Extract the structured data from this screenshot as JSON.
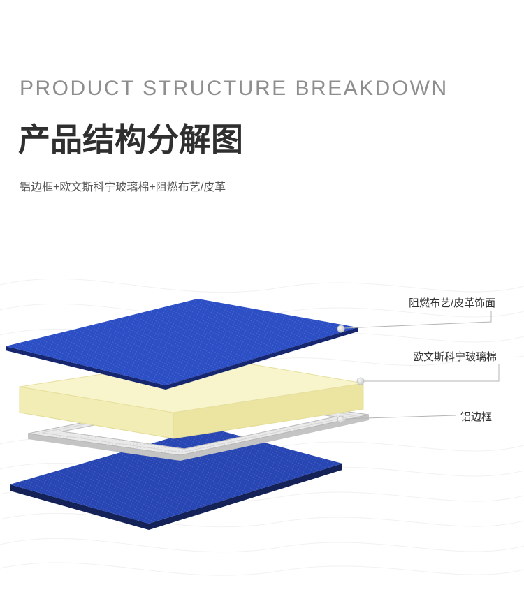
{
  "header": {
    "title_en": "PRODUCT STRUCTURE BREAKDOWN",
    "title_zh": "产品结构分解图",
    "subtitle": "铝边框+欧文斯科宁玻璃棉+阻燃布艺/皮革"
  },
  "callouts": [
    {
      "text": "阻燃布艺/皮革饰面"
    },
    {
      "text": "欧文斯科宁玻璃棉"
    },
    {
      "text": "铝边框"
    }
  ],
  "colors": {
    "title_en": "#8e8e8e",
    "title_zh": "#2f2f2f",
    "subtitle": "#555555",
    "label": "#333333",
    "leader_line": "#b4b4b4",
    "wave_line": "#f1f1f1",
    "fabric_blue": "#2b4ec5",
    "fabric_side": "#17276f",
    "foam_top": "#f8f5cd",
    "foam_left": "#f2edb4",
    "foam_right": "#ece5a2",
    "frame_face": "#eaeaea",
    "frame_side": "#c4c4c4",
    "panel_top": "#2746b3",
    "panel_side": "#142258"
  }
}
